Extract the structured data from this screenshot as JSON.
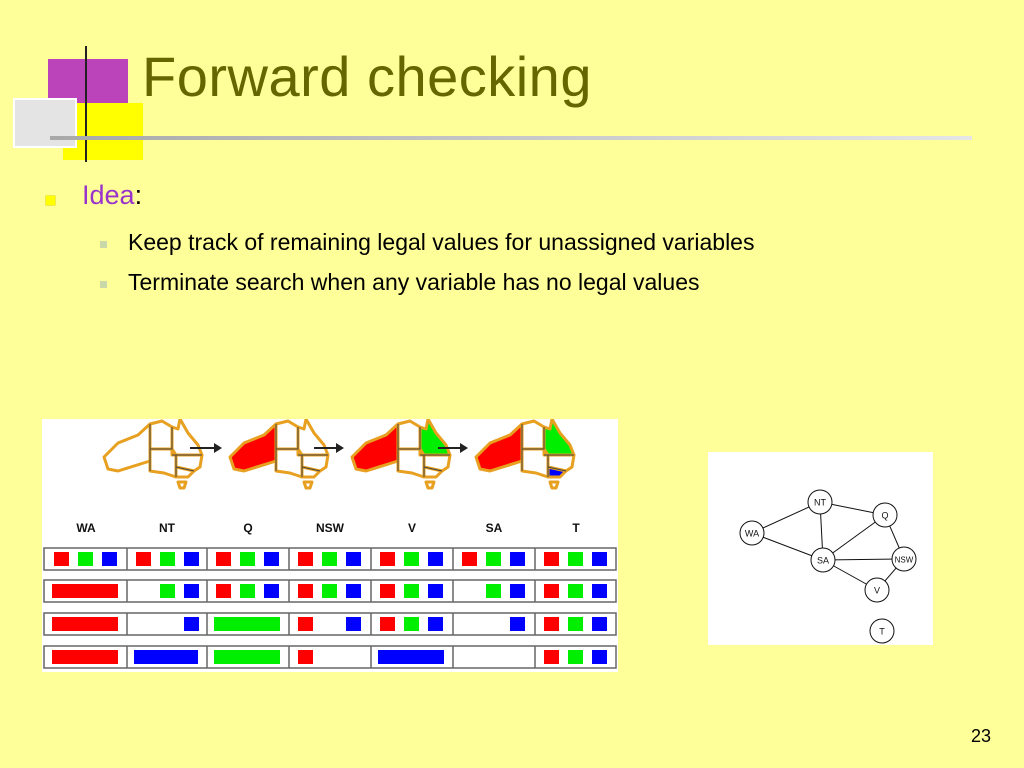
{
  "slide": {
    "title": "Forward checking",
    "number": "23"
  },
  "bullets": [
    {
      "keyword": "Idea",
      "suffix": ":"
    }
  ],
  "sub_bullets": [
    {
      "text": "Keep track of remaining legal values for unassigned variables"
    },
    {
      "text": "Terminate search when any variable has no legal values"
    }
  ],
  "figure": {
    "columns": [
      "WA",
      "NT",
      "Q",
      "NSW",
      "V",
      "SA",
      "T"
    ],
    "rows": [
      {
        "domains": [
          [
            "red",
            "green",
            "blue"
          ],
          [
            "red",
            "green",
            "blue"
          ],
          [
            "red",
            "green",
            "blue"
          ],
          [
            "red",
            "green",
            "blue"
          ],
          [
            "red",
            "green",
            "blue"
          ],
          [
            "red",
            "green",
            "blue"
          ],
          [
            "red",
            "green",
            "blue"
          ]
        ]
      },
      {
        "domains": [
          [
            "red"
          ],
          [
            "green",
            "blue"
          ],
          [
            "red",
            "green",
            "blue"
          ],
          [
            "red",
            "green",
            "blue"
          ],
          [
            "red",
            "green",
            "blue"
          ],
          [
            "green",
            "blue"
          ],
          [
            "red",
            "green",
            "blue"
          ]
        ]
      },
      {
        "domains": [
          [
            "red"
          ],
          [
            "blue"
          ],
          [
            "green"
          ],
          [
            "red",
            "blue"
          ],
          [
            "red",
            "green",
            "blue"
          ],
          [
            "blue"
          ],
          [
            "red",
            "green",
            "blue"
          ]
        ]
      },
      {
        "domains": [
          [
            "red"
          ],
          [
            "blue"
          ],
          [
            "green"
          ],
          [
            "red"
          ],
          [
            "blue"
          ],
          [],
          [
            "red",
            "green",
            "blue"
          ]
        ]
      }
    ],
    "map_states": [
      {
        "fills": {}
      },
      {
        "fills": {
          "WA": "red"
        }
      },
      {
        "fills": {
          "WA": "red",
          "Q": "green"
        }
      },
      {
        "fills": {
          "WA": "red",
          "Q": "green",
          "V": "blue"
        }
      }
    ],
    "colors": {
      "red": "#ff0000",
      "green": "#00ee00",
      "blue": "#0000ff",
      "map_outline": "#e8a020"
    }
  },
  "constraint_graph": {
    "nodes": [
      {
        "id": "NT",
        "label": "NT"
      },
      {
        "id": "Q",
        "label": "Q"
      },
      {
        "id": "WA",
        "label": "WA"
      },
      {
        "id": "SA",
        "label": "SA"
      },
      {
        "id": "NSW",
        "label": "NSW"
      },
      {
        "id": "V",
        "label": "V"
      },
      {
        "id": "T",
        "label": "T"
      }
    ],
    "edges": [
      [
        "WA",
        "NT"
      ],
      [
        "WA",
        "SA"
      ],
      [
        "NT",
        "SA"
      ],
      [
        "NT",
        "Q"
      ],
      [
        "SA",
        "Q"
      ],
      [
        "SA",
        "NSW"
      ],
      [
        "SA",
        "V"
      ],
      [
        "Q",
        "NSW"
      ],
      [
        "NSW",
        "V"
      ]
    ]
  }
}
